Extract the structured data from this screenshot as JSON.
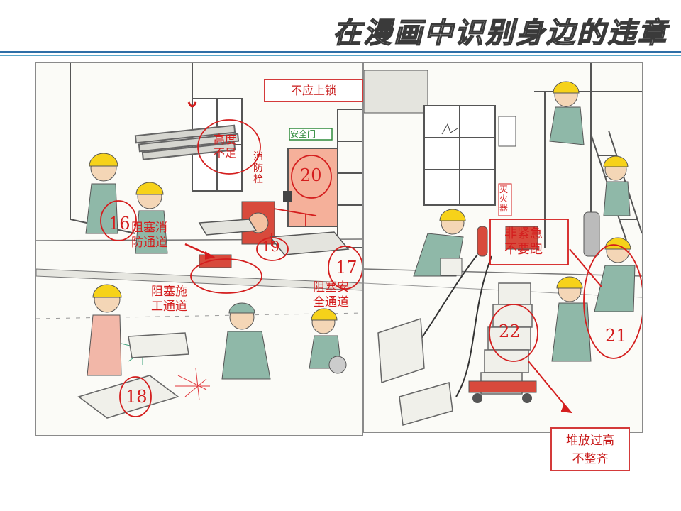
{
  "title": "在漫画中识别身边的违章",
  "colors": {
    "accent_blue": "#2e6fa7",
    "annotation_red": "#d41e1e",
    "helmet_yellow": "#f6d21a",
    "uniform_green": "#8fb8a8",
    "door_salmon": "#f5b09a"
  },
  "left_panel": {
    "labels": {
      "height_insufficient": [
        "高度",
        "不足"
      ],
      "hydrant_sign": [
        "消",
        "防",
        "栓"
      ],
      "safety_door": "安全门",
      "block_fire_passage": [
        "阻塞消",
        "防通道"
      ],
      "block_construction_passage": [
        "阻塞施",
        "工通道"
      ],
      "block_safety_passage": [
        "阻塞安",
        "全通道"
      ]
    },
    "numbers": [
      "16",
      "17",
      "18",
      "19",
      "20"
    ]
  },
  "right_panel": {
    "labels": {
      "fire_extinguisher": [
        "灭",
        "火",
        "器"
      ],
      "non_emergency_no_running": [
        "非紧急",
        "不要跑"
      ],
      "stacked_too_high": [
        "堆放过高",
        "不整齐"
      ]
    },
    "numbers": [
      "21",
      "22"
    ]
  },
  "callout_lock": "不应上锁"
}
